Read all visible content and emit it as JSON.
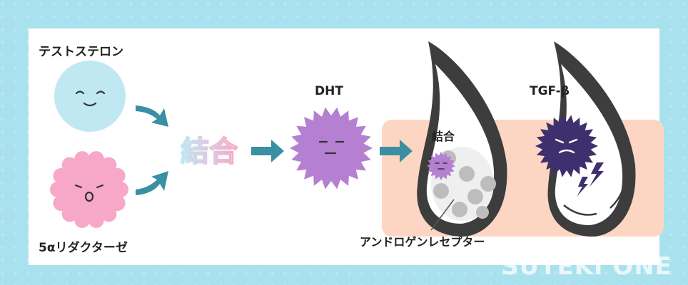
{
  "labels": {
    "testosterone": "テストステロン",
    "reductase": "5αリダクターゼ",
    "combine_big": "結合",
    "dht": "DHT",
    "combine_small": "結合",
    "tgf": "TGF-β",
    "receptor": "アンドロゲンレセプター"
  },
  "watermark": "SUTEKI ONE",
  "colors": {
    "background": "#a9e1ef",
    "card": "#ffffff",
    "scalp": "#fcd6c3",
    "hair": "#3d3d3d",
    "testosterone": "#bfe8f3",
    "reductase": "#f7a8c8",
    "dht": "#b57fd2",
    "tgf": "#3e2f6e",
    "arrow": "#3a8fa3",
    "receptor_dot": "#bdbdbd",
    "lightning": "#3e2f6e"
  },
  "icons": [
    "arrow-icon",
    "lightning-icon",
    "smile-face-icon",
    "surprised-face-icon",
    "angry-face-icon"
  ]
}
